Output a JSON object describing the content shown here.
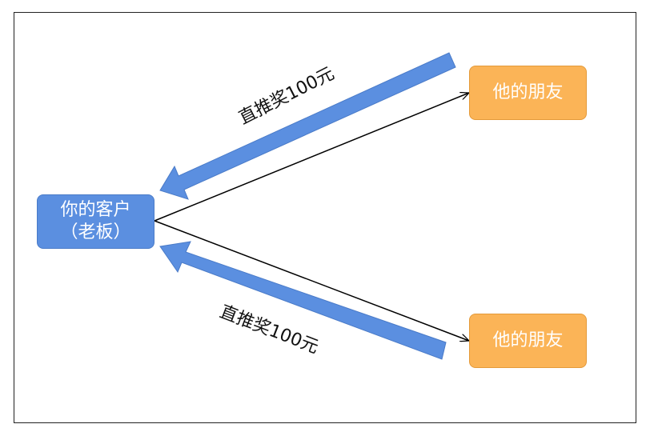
{
  "client": {
    "line1": "你的客户",
    "line2": "（老板）"
  },
  "friends": [
    {
      "label": "他的朋友"
    },
    {
      "label": "他的朋友"
    }
  ],
  "rewards": [
    {
      "label": "直推奖100元"
    },
    {
      "label": "直推奖100元"
    }
  ],
  "colors": {
    "client_fill": "#5b8fe0",
    "friend_fill": "#fbb457",
    "reward_arrow": "#5b8fe0",
    "connector": "#000000"
  }
}
